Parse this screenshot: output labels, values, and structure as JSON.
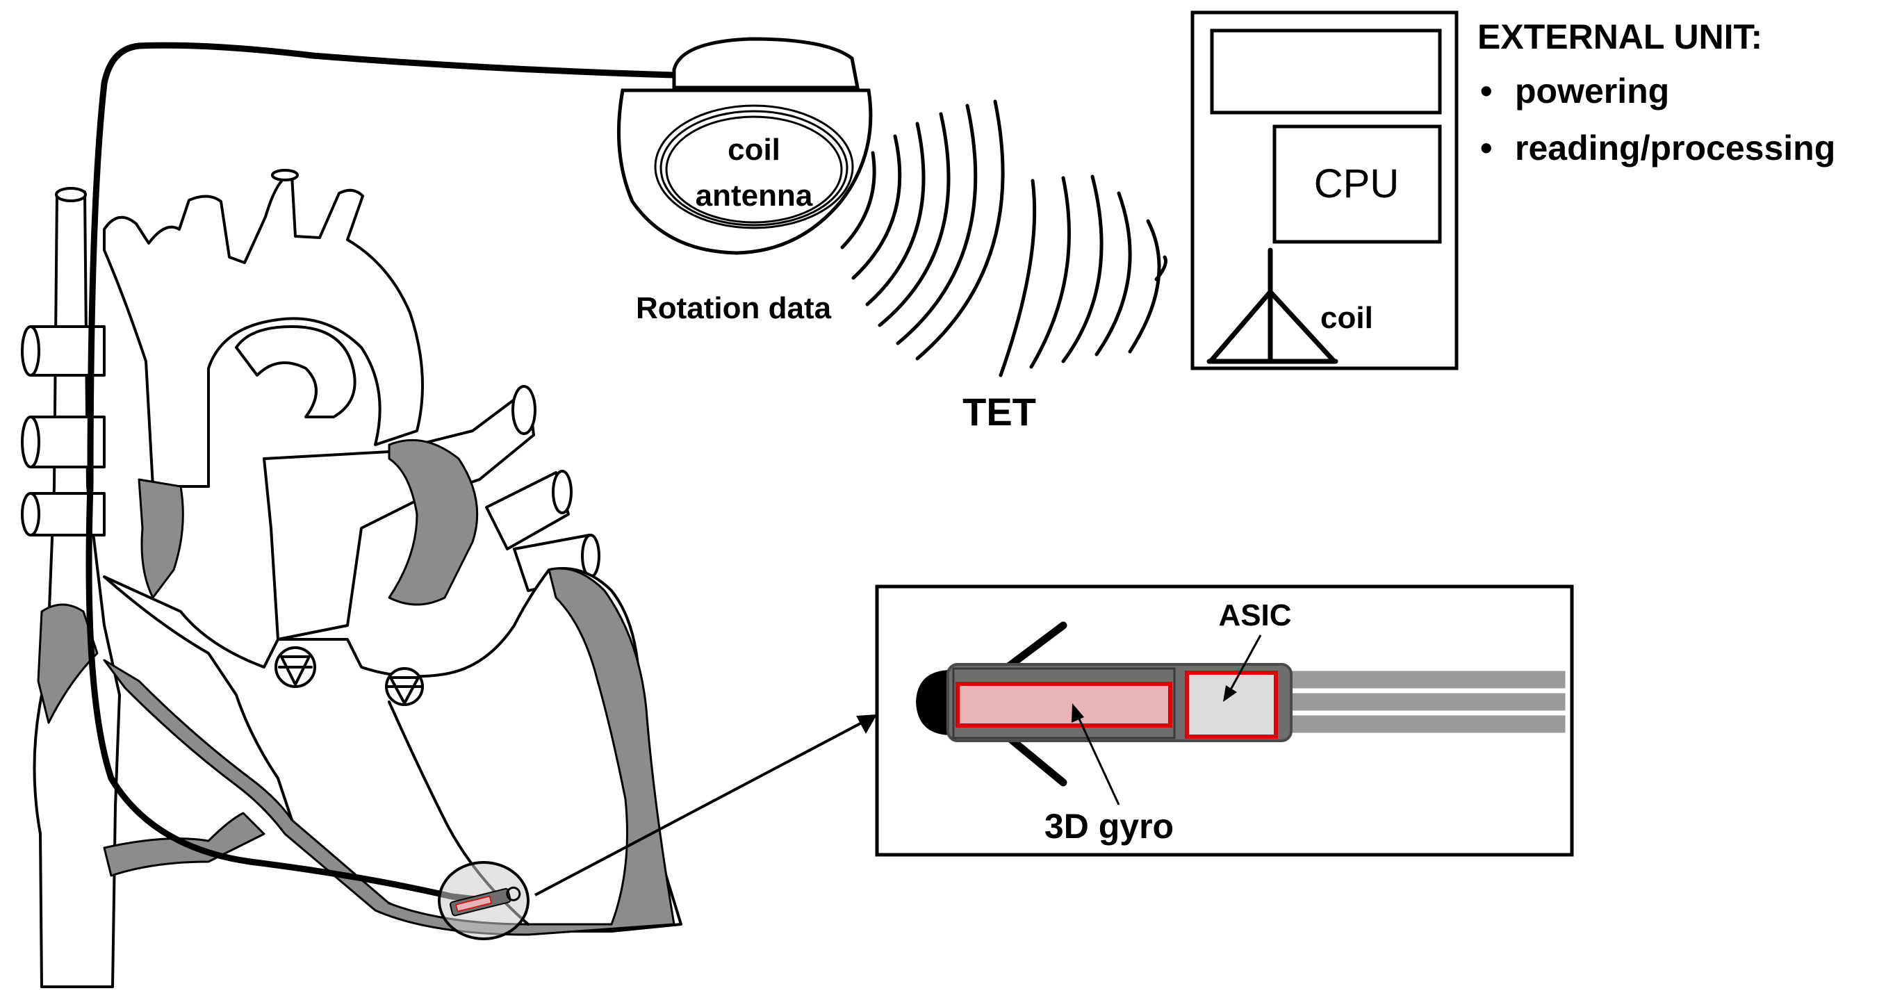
{
  "colors": {
    "line": "#000000",
    "vessel_fill": "#8c8c8c",
    "gyro_fill": "#e8b4b8",
    "gyro_border": "#e00000",
    "asic_fill": "#dcdcdc",
    "capsule_body": "#6e6e6e",
    "wire": "#999999",
    "lens": "#cccccc"
  },
  "implant": {
    "coil_label_line1": "coil",
    "coil_label_line2": "antenna",
    "rotation_data_label": "Rotation data"
  },
  "transmission": {
    "tet_label": "TET"
  },
  "external_unit": {
    "title": "EXTERNAL UNIT:",
    "bullets": [
      "powering",
      "reading/processing"
    ],
    "cpu_label": "CPU",
    "coil_label": "coil"
  },
  "inset": {
    "asic_label": "ASIC",
    "gyro_label": "3D gyro"
  }
}
